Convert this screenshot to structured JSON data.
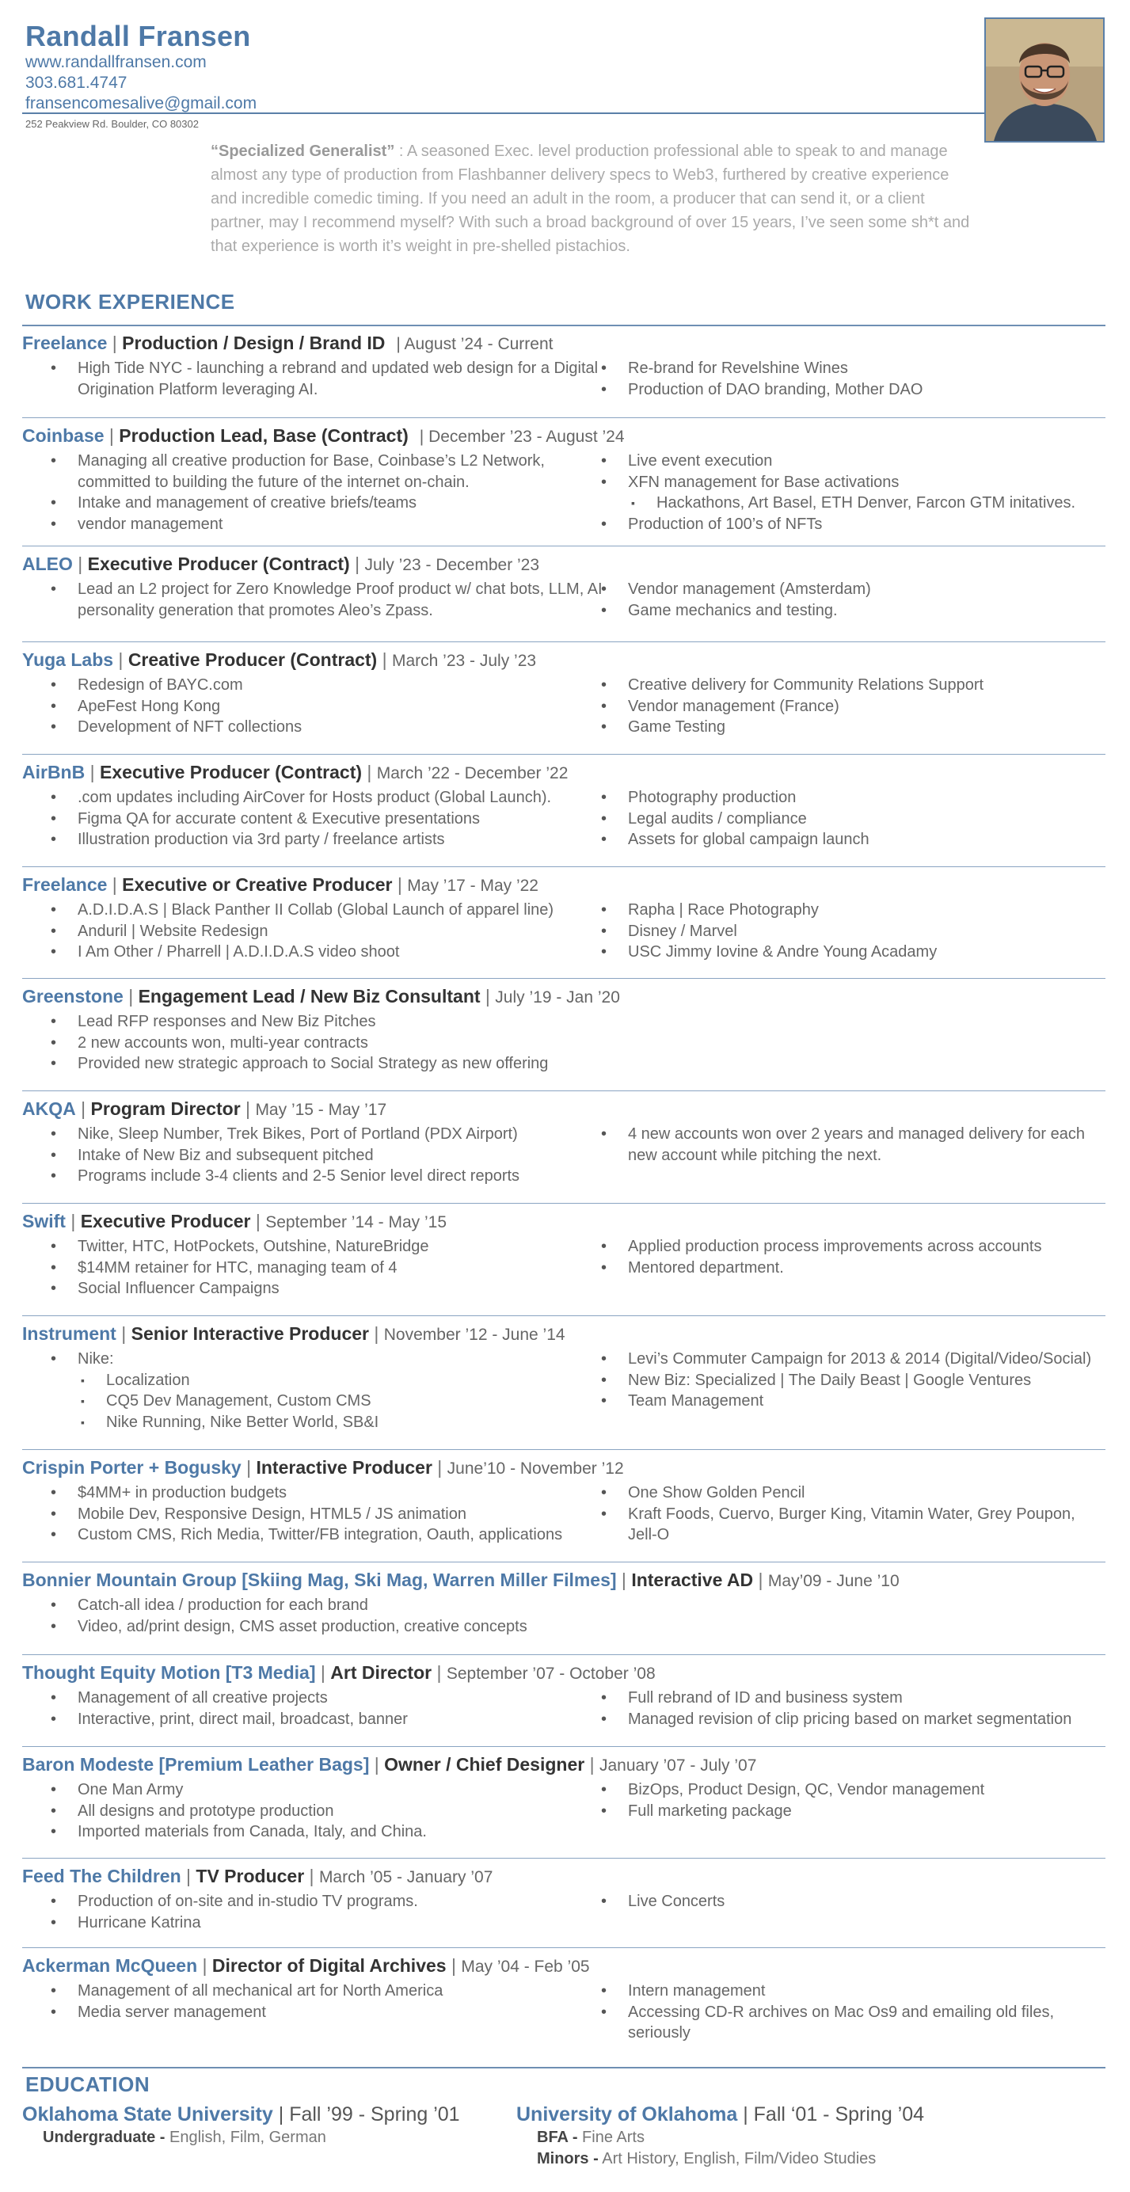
{
  "header": {
    "name": "Randall Fransen",
    "website": "www.randallfransen.com",
    "phone": "303.681.4747",
    "email": "fransencomesalive@gmail.com",
    "address": "252 Peakview Rd. Boulder, CO  80302"
  },
  "summary": {
    "lead": "“Specialized Generalist”",
    "text": " : A seasoned Exec. level production professional able to speak to and manage almost any type of production from Flashbanner delivery specs to Web3, furthered by creative experience and incredible comedic timing. If you need an adult in the room, a producer that can send it, or a client partner, may I recommend myself? With such a broad background of over 15 years, I’ve seen some sh*t and that experience is worth it’s weight in pre-shelled pistachios."
  },
  "work": {
    "title": "WORK EXPERIENCE",
    "jobs": [
      {
        "company": "Freelance",
        "role": "Production / Design / Brand ID",
        "dates": "| August ’24 - Current",
        "left": [
          "High Tide NYC - launching a rebrand and updated web design for a Digital Origination Platform leveraging AI."
        ],
        "right": [
          "Re-brand for Revelshine Wines",
          "Production of DAO branding, Mother DAO"
        ]
      },
      {
        "company": "Coinbase",
        "role": "Production Lead, Base (Contract)",
        "dates": "| December ’23 - August ’24",
        "left": [
          "Managing all creative production for Base, Coinbase’s L2 Network, committed to building the future of the internet on-chain.",
          "Intake and management of creative briefs/teams",
          "vendor management"
        ],
        "right": [
          "Live event execution",
          "XFN management for Base activations",
          "Production of 100’s of NFTs"
        ],
        "right_sub": "Hackathons, Art Basel, ETH Denver, Farcon GTM initatives."
      },
      {
        "company": "ALEO",
        "role": "Executive Producer (Contract)",
        "dates": "July ’23 - December ’23",
        "left": [
          "Lead an L2 project for Zero Knowledge Proof product w/ chat bots, LLM, AI personality generation that promotes Aleo’s Zpass."
        ],
        "right": [
          "Vendor management (Amsterdam)",
          "Game mechanics and testing."
        ]
      },
      {
        "company": "Yuga Labs",
        "role": "Creative Producer (Contract)",
        "dates": "March ’23 - July ’23",
        "left": [
          "Redesign of BAYC.com",
          "ApeFest Hong Kong",
          "Development of NFT collections"
        ],
        "right": [
          "Creative delivery for Community Relations Support",
          "Vendor management (France)",
          "Game Testing"
        ]
      },
      {
        "company": "AirBnB",
        "role": "Executive Producer (Contract)",
        "dates": "March ’22 - December ’22",
        "left": [
          ".com updates including AirCover for Hosts product (Global Launch).",
          "Figma QA for accurate content & Executive presentations",
          "Illustration production via 3rd party / freelance artists"
        ],
        "right": [
          "Photography production",
          "Legal audits / compliance",
          "Assets for global campaign launch"
        ]
      },
      {
        "company": "Freelance",
        "role": "Executive or Creative Producer",
        "dates": "May ’17 - May ’22",
        "left": [
          "A.D.I.D.A.S | Black Panther II Collab (Global Launch of apparel line)",
          "Anduril | Website Redesign",
          "I Am Other / Pharrell | A.D.I.D.A.S video shoot"
        ],
        "right": [
          "Rapha | Race Photography",
          "Disney / Marvel",
          "USC Jimmy Iovine &  Andre Young Acadamy"
        ]
      },
      {
        "company": "Greenstone",
        "role": "Engagement Lead / New Biz Consultant",
        "dates": "July ’19 - Jan ’20",
        "left": [
          "Lead RFP responses and New Biz Pitches",
          "2 new accounts won, multi-year contracts",
          "Provided new strategic approach to Social Strategy as new offering"
        ],
        "right": []
      },
      {
        "company": "AKQA",
        "role": "Program Director",
        "dates": "May ’15 - May ’17",
        "left": [
          "Nike, Sleep Number, Trek Bikes, Port of Portland (PDX Airport)",
          "Intake of New Biz and subsequent pitched",
          "Programs include 3-4 clients and 2-5 Senior level direct reports"
        ],
        "right": [
          "4 new accounts won over 2 years and managed delivery for each new account while pitching the next."
        ]
      },
      {
        "company": "Swift",
        "role": "Executive Producer",
        "dates": "September ’14 - May ’15",
        "left": [
          "Twitter, HTC, HotPockets, Outshine, NatureBridge",
          "$14MM retainer for HTC, managing team of 4",
          "Social Influencer Campaigns"
        ],
        "right": [
          "Applied production process improvements across accounts",
          "Mentored department."
        ]
      },
      {
        "company": "Instrument",
        "role": "Senior Interactive Producer",
        "dates": "November ’12 - June ’14",
        "left": [
          "Nike:"
        ],
        "left_sub": [
          "Localization",
          "CQ5 Dev Management, Custom CMS",
          "Nike Running, Nike Better World, SB&I"
        ],
        "right": [
          "Levi’s Commuter Campaign for 2013 & 2014 (Digital/Video/Social)",
          "New Biz: Specialized | The Daily Beast | Google Ventures",
          "Team Management"
        ]
      },
      {
        "company": "Crispin Porter + Bogusky",
        "role": "Interactive Producer",
        "dates": "June’10 - November ’12",
        "left": [
          "$4MM+ in production budgets",
          "Mobile Dev, Responsive Design, HTML5 / JS animation",
          "Custom CMS, Rich Media, Twitter/FB integration, Oauth, applications"
        ],
        "right": [
          "One Show Golden Pencil",
          "Kraft Foods, Cuervo, Burger King, Vitamin Water, Grey Poupon, Jell-O"
        ]
      },
      {
        "company": "Bonnier Mountain Group [Skiing Mag, Ski Mag, Warren Miller Filmes]",
        "role": "Interactive AD",
        "dates": "May’09 - June ’10",
        "left": [
          "Catch-all idea / production for each brand",
          "Video, ad/print design, CMS asset production, creative concepts"
        ],
        "right": []
      },
      {
        "company": "Thought Equity Motion [T3 Media]",
        "role": "Art Director",
        "dates": "September ’07 - October ’08",
        "left": [
          "Management of all creative projects",
          "Interactive, print, direct mail, broadcast, banner"
        ],
        "right": [
          "Full rebrand of ID and business system",
          "Managed revision of clip pricing based on market segmentation"
        ]
      },
      {
        "company": "Baron Modeste [Premium Leather Bags]",
        "role": "Owner / Chief Designer",
        "dates": "January ’07 - July ’07",
        "left": [
          "One Man Army",
          "All designs and prototype production",
          "Imported materials from Canada, Italy, and China."
        ],
        "right": [
          "BizOps, Product Design, QC, Vendor management",
          "Full marketing package"
        ]
      },
      {
        "company": "Feed The Children",
        "role": "TV Producer",
        "dates": "March ’05 - January ’07",
        "left": [
          "Production of on-site and in-studio TV programs.",
          "Hurricane Katrina"
        ],
        "right": [
          "Live Concerts"
        ]
      },
      {
        "company": "Ackerman McQueen",
        "role": "Director of Digital Archives",
        "dates": "May ’04 - Feb ’05",
        "left": [
          "Management of all mechanical art for North America",
          "Media server management"
        ],
        "right": [
          "Intern management",
          "Accessing CD-R archives on Mac Os9 and emailing old files, seriously"
        ]
      }
    ]
  },
  "education": {
    "title": "EDUCATION",
    "schools": [
      {
        "school": "Oklahoma State University",
        "dates": "| Fall ’99 - Spring ’01",
        "lines": [
          {
            "label": "Undergraduate -",
            "value": " English, Film, German"
          }
        ]
      },
      {
        "school": "University of Oklahoma",
        "dates": "| Fall ‘01 - Spring ’04",
        "lines": [
          {
            "label": "BFA -",
            "value": " Fine Arts"
          },
          {
            "label": "Minors -",
            "value": " Art History, English, Film/Video Studies"
          }
        ]
      }
    ]
  }
}
